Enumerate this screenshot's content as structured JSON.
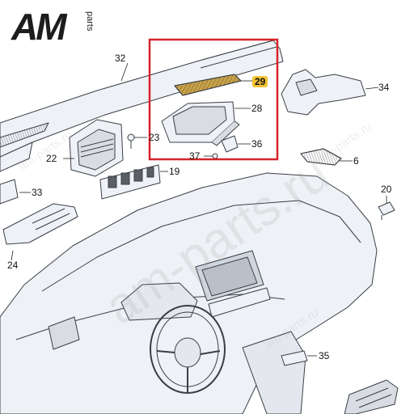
{
  "logo": {
    "main": "AM",
    "sub": "parts"
  },
  "watermark": {
    "large": "am-parts.ru",
    "small": "am-parts.ru"
  },
  "colors": {
    "highlight_box": "#d6232b",
    "highlight_badge": "#f2c233",
    "highlighted_part": "#c9a24a",
    "line": "#3a3f46",
    "fill": "#eef1f5"
  },
  "callouts": {
    "c32": "32",
    "c29": "29",
    "c28": "28",
    "c34": "34",
    "c22": "22",
    "c23": "23",
    "c37": "37",
    "c36": "36",
    "c19": "19",
    "c6": "6",
    "c33": "33",
    "c20": "20",
    "c24": "24",
    "c35": "35"
  },
  "highlighted_callout": "29"
}
